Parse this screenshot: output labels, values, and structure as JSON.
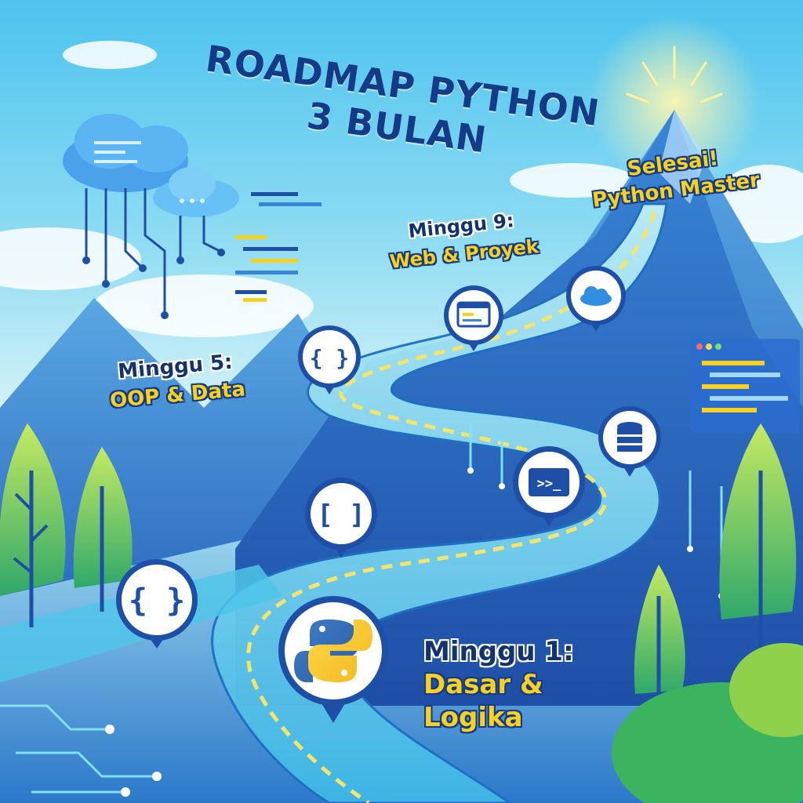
{
  "title": {
    "line1": "ROADMAP PYTHON",
    "line2": "3 BULAN"
  },
  "milestones": {
    "finish": {
      "line1": "Selesai!",
      "line2": "Python Master"
    },
    "week9": {
      "week": "Minggu 9:",
      "topic": "Web & Proyek"
    },
    "week5": {
      "week": "Minggu 5:",
      "topic": "OOP & Data"
    },
    "week1": {
      "week": "Minggu 1:",
      "topic_line1": "Dasar &",
      "topic_line2": "Logika"
    }
  },
  "icons": {
    "curly_braces": "{ }",
    "square_brackets": "[ ]",
    "terminal": ">>_"
  },
  "colors": {
    "title": "#163b86",
    "accent_yellow": "#f7d020",
    "road": "#4fc6e8",
    "mountain": "#2f6fc4",
    "tree": "#5cc25a"
  }
}
